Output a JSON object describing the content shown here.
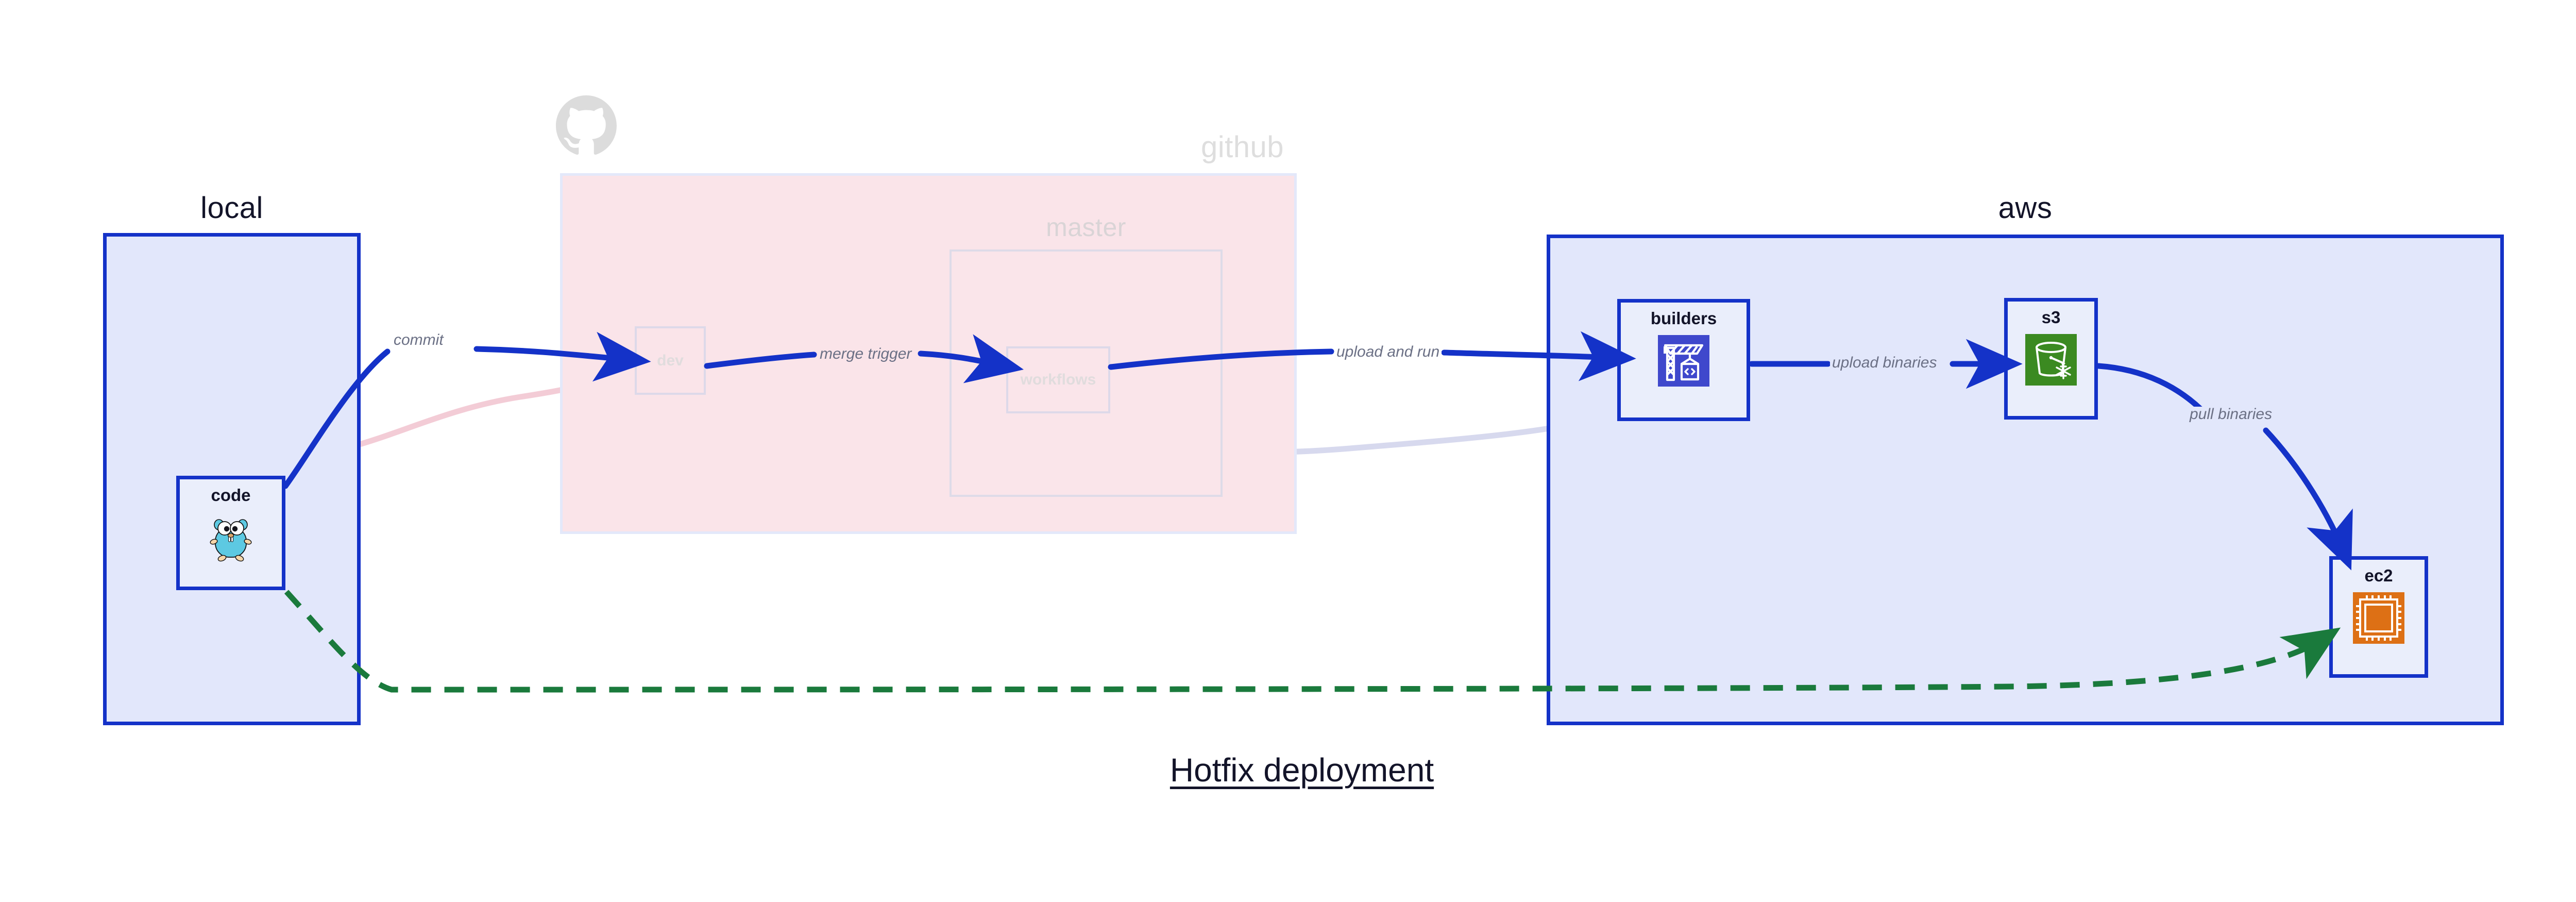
{
  "title": "Hotfix deployment",
  "colors": {
    "primary_border": "#1432c8",
    "group_fill_blue": "#e2e7fb",
    "group_fill_pink": "#fae4e9",
    "node_fill": "#eaeefb",
    "arrow_blue": "#1432c8",
    "arrow_green": "#1a7a3c",
    "faded_grey": "#dedede",
    "label_grey": "#6b7085",
    "text_dark": "#131429",
    "icon_codebuild": "#3f48cc",
    "icon_s3": "#3b8a21",
    "icon_ec2": "#dd7015",
    "gopher_cyan": "#5dc9e2"
  },
  "groups": [
    {
      "id": "local",
      "label": "local",
      "state": "active"
    },
    {
      "id": "github",
      "label": "github",
      "state": "faded"
    },
    {
      "id": "master",
      "label": "master",
      "state": "faded"
    },
    {
      "id": "aws",
      "label": "aws",
      "state": "active"
    }
  ],
  "nodes": [
    {
      "id": "code",
      "label": "code",
      "icon": "go-gopher-icon",
      "state": "active"
    },
    {
      "id": "dev",
      "label": "dev",
      "icon": "none",
      "state": "faded"
    },
    {
      "id": "workflows",
      "label": "workflows",
      "icon": "none",
      "state": "faded"
    },
    {
      "id": "builders",
      "label": "builders",
      "icon": "aws-codebuild-icon",
      "state": "active"
    },
    {
      "id": "s3",
      "label": "s3",
      "icon": "aws-s3-glacier-icon",
      "state": "active"
    },
    {
      "id": "ec2",
      "label": "ec2",
      "icon": "aws-ec2-chip-icon",
      "state": "active"
    }
  ],
  "edges": [
    {
      "id": "commit",
      "from": "code",
      "to": "dev",
      "label": "commit",
      "style": "solid",
      "color": "#1432c8"
    },
    {
      "id": "merge-trigger",
      "from": "dev",
      "to": "workflows",
      "label": "merge trigger",
      "style": "solid",
      "color": "#1432c8"
    },
    {
      "id": "upload-run",
      "from": "workflows",
      "to": "builders",
      "label": "upload and run",
      "style": "solid",
      "color": "#1432c8"
    },
    {
      "id": "upload-bin",
      "from": "builders",
      "to": "s3",
      "label": "upload binaries",
      "style": "solid",
      "color": "#1432c8"
    },
    {
      "id": "pull-bin",
      "from": "s3",
      "to": "ec2",
      "label": "pull binaries",
      "style": "solid",
      "color": "#1432c8"
    },
    {
      "id": "hotfix-direct",
      "from": "code",
      "to": "ec2",
      "label": "",
      "style": "dashed",
      "color": "#1a7a3c"
    }
  ],
  "watermarks": [
    {
      "id": "octocat",
      "icon": "github-octocat-icon"
    }
  ]
}
